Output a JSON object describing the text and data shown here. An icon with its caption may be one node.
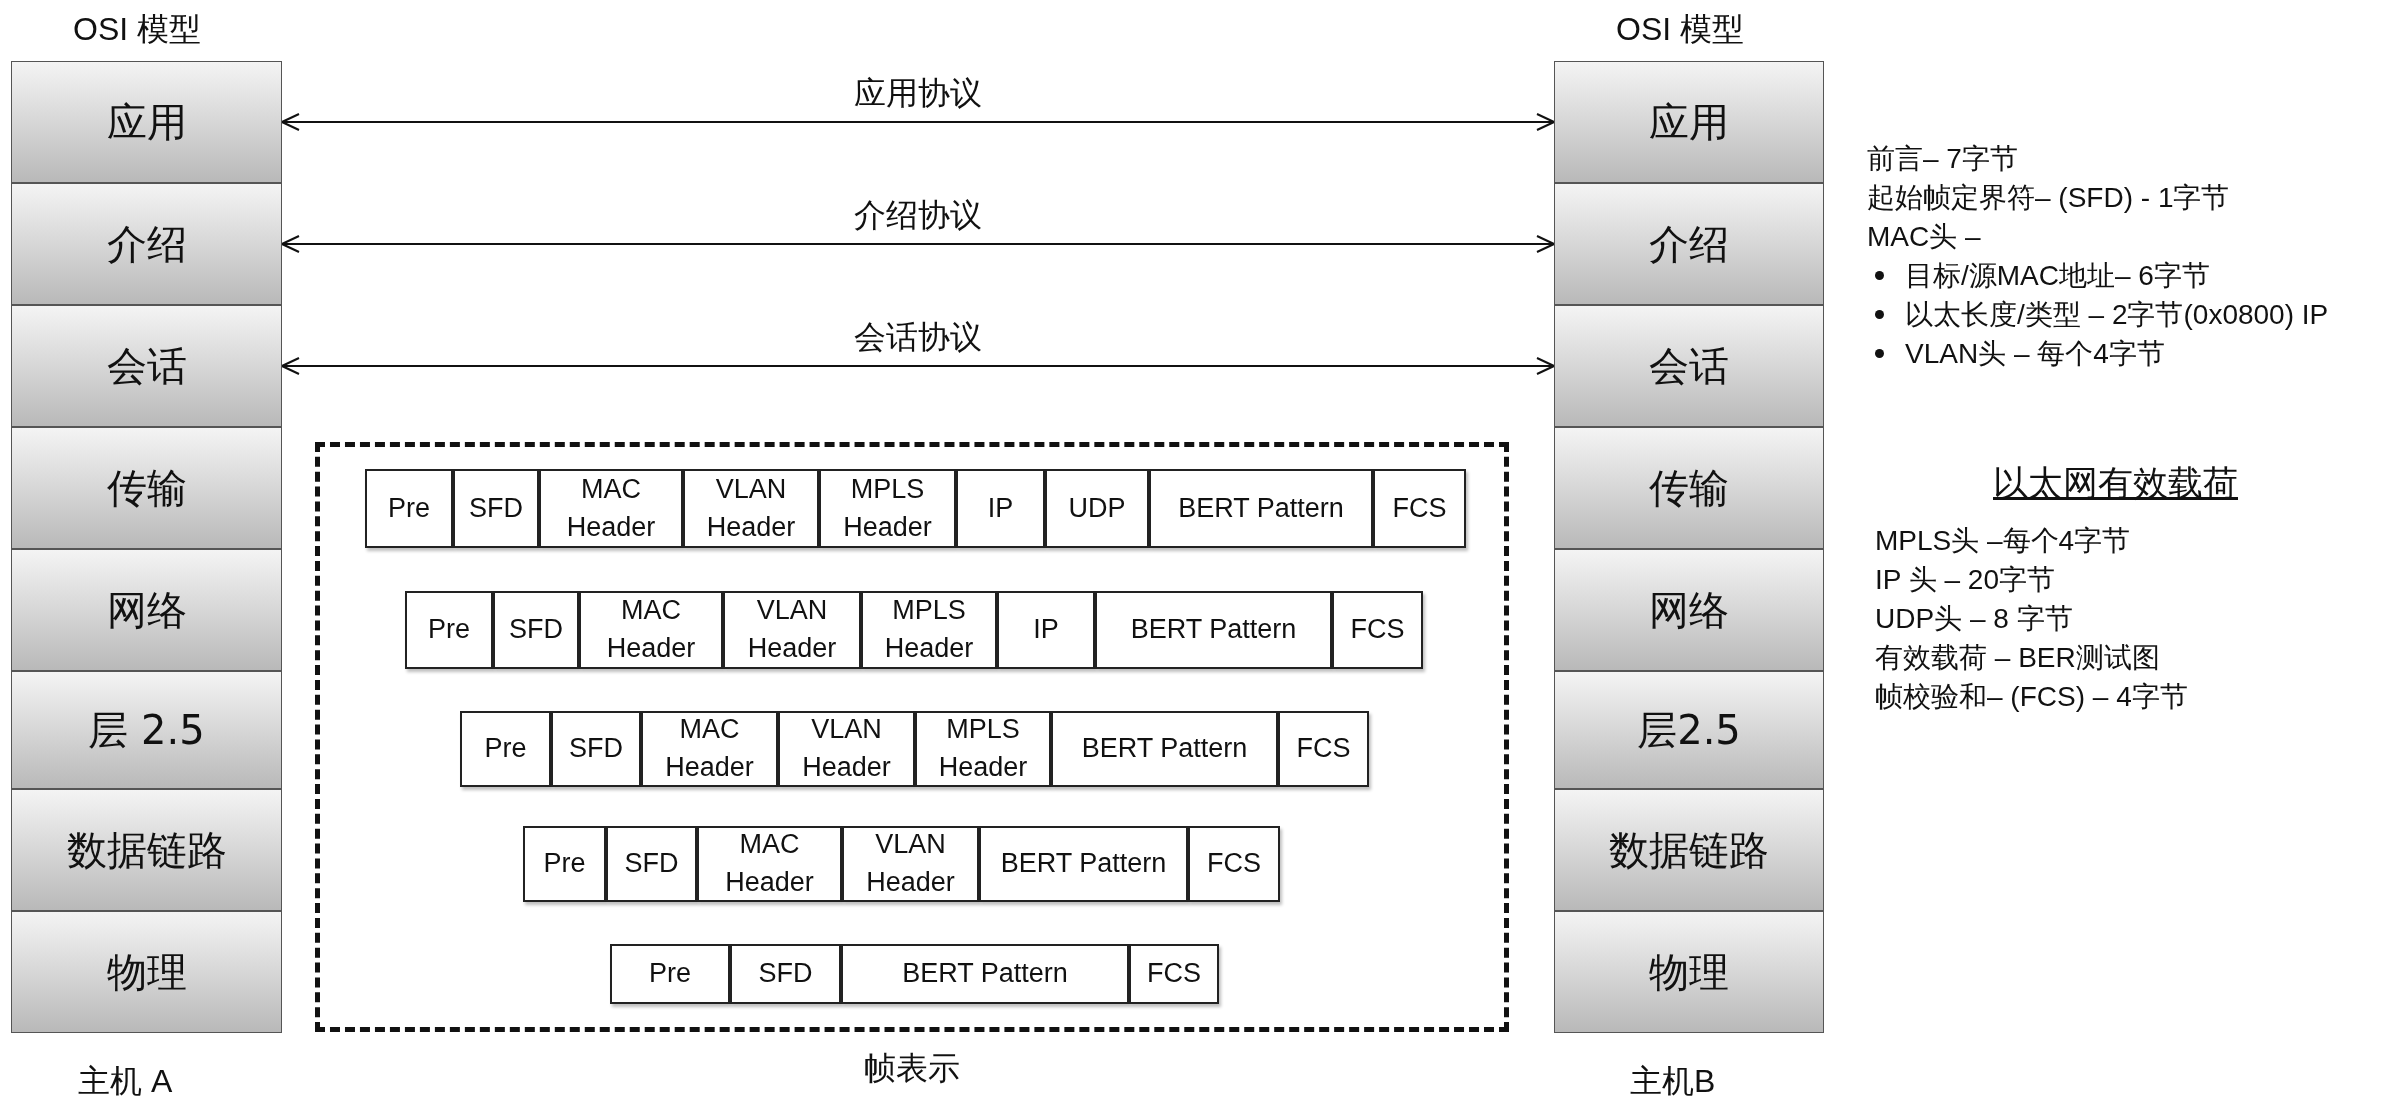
{
  "diagram": {
    "nodes": [
      {
        "text": [
          "应用"
        ]
      },
      {
        "text": [
          "介绍"
        ]
      },
      {
        "text": [
          "会话"
        ]
      },
      {
        "text": [
          "传输"
        ]
      },
      {
        "text": [
          "网络"
        ]
      },
      {
        "text": [
          "层 2.5"
        ]
      },
      {
        "text": [
          "数据链路"
        ]
      },
      {
        "text": [
          "物理"
        ]
      },
      {
        "text": [
          "帧表示"
        ]
      },
      {
        "text": [
          "Pre"
        ],
        "in": 8
      },
      {
        "text": [
          "SFD"
        ],
        "in": 8
      },
      {
        "text": [
          "MAC Header"
        ],
        "in": 8
      },
      {
        "text": [
          "VLAN Header"
        ],
        "in": 8
      },
      {
        "text": [
          "MPLS Header"
        ],
        "in": 8
      },
      {
        "text": [
          "IP"
        ],
        "in": 8
      },
      {
        "text": [
          "UDP"
        ],
        "in": 8
      },
      {
        "text": [
          "BERT Pattern"
        ],
        "in": 8
      },
      {
        "text": [
          "FCS"
        ],
        "in": 8
      },
      {
        "text": [
          "Pre"
        ],
        "in": 8
      },
      {
        "text": [
          "SFD"
        ],
        "in": 8
      },
      {
        "text": [
          "MAC Header"
        ],
        "in": 8
      },
      {
        "text": [
          "VLAN Header"
        ],
        "in": 8
      },
      {
        "text": [
          "MPLS Header"
        ],
        "in": 8
      },
      {
        "text": [
          "IP"
        ],
        "in": 8
      },
      {
        "text": [
          "BERT Pattern"
        ],
        "in": 8
      },
      {
        "text": [
          "FCS"
        ],
        "in": 8
      },
      {
        "text": [
          "Pre"
        ],
        "in": 8
      },
      {
        "text": [
          "SFD"
        ],
        "in": 8
      },
      {
        "text": [
          "MAC Header"
        ],
        "in": 8
      },
      {
        "text": [
          "VLAN Header"
        ],
        "in": 8
      },
      {
        "text": [
          "MPLS Header"
        ],
        "in": 8
      },
      {
        "text": [
          "BERT Pattern"
        ],
        "in": 8
      },
      {
        "text": [
          "FCS"
        ],
        "in": 8
      },
      {
        "text": [
          "Pre"
        ],
        "in": 8
      },
      {
        "text": [
          "SFD"
        ],
        "in": 8
      },
      {
        "text": [
          "MAC Header"
        ],
        "in": 8
      },
      {
        "text": [
          "VLAN Header"
        ],
        "in": 8
      },
      {
        "text": [
          "BERT Pattern"
        ],
        "in": 8
      },
      {
        "text": [
          "FCS"
        ],
        "in": 8
      },
      {
        "text": [
          "Pre"
        ],
        "in": 8
      },
      {
        "text": [
          "SFD"
        ],
        "in": 8
      },
      {
        "text": [
          "BERT Pattern"
        ],
        "in": 8
      },
      {
        "text": [
          "FCS"
        ],
        "in": 8
      },
      {
        "text": [
          "应用"
        ]
      },
      {
        "text": [
          "介绍"
        ]
      },
      {
        "text": [
          "会话"
        ]
      },
      {
        "text": [
          "传输"
        ]
      },
      {
        "text": [
          "网络"
        ]
      },
      {
        "text": [
          "层2.5"
        ]
      },
      {
        "text": [
          "数据链路"
        ]
      },
      {
        "text": [
          "物理"
        ]
      }
    ],
    "edges": [
      {
        "from": 0,
        "to": 43,
        "arrow": "both",
        "label": "应用协议"
      },
      {
        "from": 1,
        "to": 44,
        "arrow": "both",
        "label": "介绍协议"
      },
      {
        "from": 2,
        "to": 45,
        "arrow": "both",
        "label": "会话协议"
      }
    ],
    "labels": [
      "OSI 模型",
      "OSI 模型",
      "前言– 7字节",
      "起始帧定界符– (SFD) - 1字节",
      "MAC头 –",
      "目标/源MAC地址– 6字节",
      "以太长度/类型 – 2字节(0x0800) IP",
      "VLAN头 – 每个4字节",
      "以太网有效载荷",
      "MPLS头 –每个4字节",
      "IP 头 – 20字节",
      "UDP头 – 8 字节",
      "有效载荷 – BER测试图",
      "帧校验和– (FCS) – 4字节",
      "主机 A",
      "主机B"
    ]
  }
}
